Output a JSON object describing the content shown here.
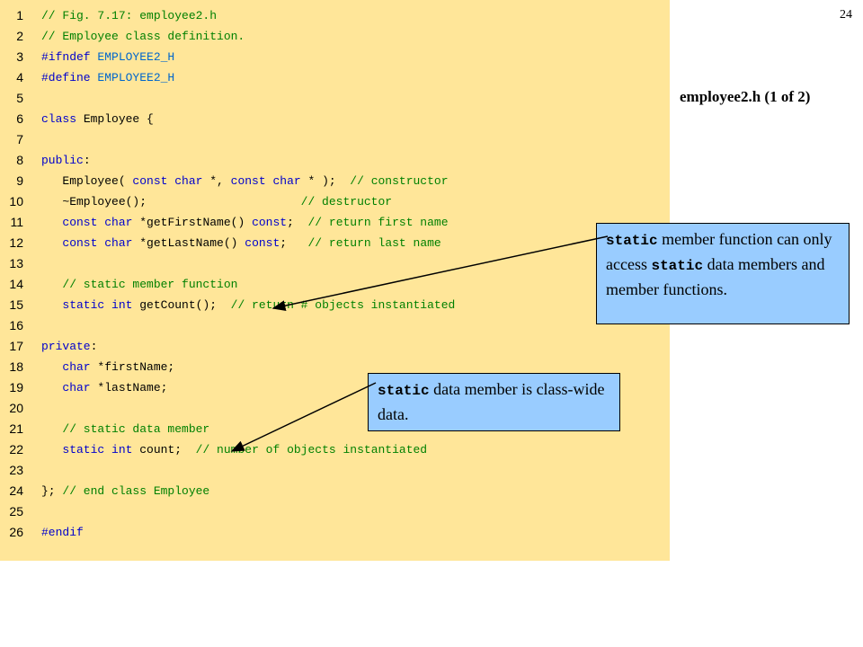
{
  "page_number": "24",
  "caption": "employee2.h  (1 of 2)",
  "code_lines": [
    {
      "num": "1",
      "tokens": [
        {
          "t": "cm",
          "s": "// Fig. 7.17: employee2.h"
        }
      ]
    },
    {
      "num": "2",
      "tokens": [
        {
          "t": "cm",
          "s": "// Employee class definition."
        }
      ]
    },
    {
      "num": "3",
      "tokens": [
        {
          "t": "kw",
          "s": "#ifndef "
        },
        {
          "t": "mac",
          "s": "EMPLOYEE2_H"
        }
      ]
    },
    {
      "num": "4",
      "tokens": [
        {
          "t": "kw",
          "s": "#define "
        },
        {
          "t": "mac",
          "s": "EMPLOYEE2_H"
        }
      ]
    },
    {
      "num": "5",
      "tokens": []
    },
    {
      "num": "6",
      "tokens": [
        {
          "t": "kw",
          "s": "class "
        },
        {
          "t": "plain",
          "s": "Employee {"
        }
      ]
    },
    {
      "num": "7",
      "tokens": []
    },
    {
      "num": "8",
      "tokens": [
        {
          "t": "kw",
          "s": "public"
        },
        {
          "t": "plain",
          "s": ":"
        }
      ]
    },
    {
      "num": "9",
      "tokens": [
        {
          "t": "plain",
          "s": "   Employee( "
        },
        {
          "t": "kw",
          "s": "const char "
        },
        {
          "t": "plain",
          "s": "*, "
        },
        {
          "t": "kw",
          "s": "const char "
        },
        {
          "t": "plain",
          "s": "* );  "
        },
        {
          "t": "cm",
          "s": "// constructor"
        }
      ]
    },
    {
      "num": "10",
      "tokens": [
        {
          "t": "plain",
          "s": "   ~Employee();                      "
        },
        {
          "t": "cm",
          "s": "// destructor"
        }
      ]
    },
    {
      "num": "11",
      "tokens": [
        {
          "t": "plain",
          "s": "   "
        },
        {
          "t": "kw",
          "s": "const char "
        },
        {
          "t": "plain",
          "s": "*getFirstName() "
        },
        {
          "t": "kw",
          "s": "const"
        },
        {
          "t": "plain",
          "s": ";  "
        },
        {
          "t": "cm",
          "s": "// return first name"
        }
      ]
    },
    {
      "num": "12",
      "tokens": [
        {
          "t": "plain",
          "s": "   "
        },
        {
          "t": "kw",
          "s": "const char "
        },
        {
          "t": "plain",
          "s": "*getLastName() "
        },
        {
          "t": "kw",
          "s": "const"
        },
        {
          "t": "plain",
          "s": ";   "
        },
        {
          "t": "cm",
          "s": "// return last name"
        }
      ]
    },
    {
      "num": "13",
      "tokens": []
    },
    {
      "num": "14",
      "tokens": [
        {
          "t": "plain",
          "s": "   "
        },
        {
          "t": "cm",
          "s": "// static member function"
        }
      ]
    },
    {
      "num": "15",
      "tokens": [
        {
          "t": "plain",
          "s": "   "
        },
        {
          "t": "kw",
          "s": "static int "
        },
        {
          "t": "plain",
          "s": "getCount();  "
        },
        {
          "t": "cm",
          "s": "// return # objects instantiated"
        }
      ]
    },
    {
      "num": "16",
      "tokens": []
    },
    {
      "num": "17",
      "tokens": [
        {
          "t": "kw",
          "s": "private"
        },
        {
          "t": "plain",
          "s": ":"
        }
      ]
    },
    {
      "num": "18",
      "tokens": [
        {
          "t": "plain",
          "s": "   "
        },
        {
          "t": "kw",
          "s": "char "
        },
        {
          "t": "plain",
          "s": "*firstName;"
        }
      ]
    },
    {
      "num": "19",
      "tokens": [
        {
          "t": "plain",
          "s": "   "
        },
        {
          "t": "kw",
          "s": "char "
        },
        {
          "t": "plain",
          "s": "*lastName;"
        }
      ]
    },
    {
      "num": "20",
      "tokens": []
    },
    {
      "num": "21",
      "tokens": [
        {
          "t": "plain",
          "s": "   "
        },
        {
          "t": "cm",
          "s": "// static data member"
        }
      ]
    },
    {
      "num": "22",
      "tokens": [
        {
          "t": "plain",
          "s": "   "
        },
        {
          "t": "kw",
          "s": "static int "
        },
        {
          "t": "plain",
          "s": "count;  "
        },
        {
          "t": "cm",
          "s": "// number of objects instantiated"
        }
      ]
    },
    {
      "num": "23",
      "tokens": []
    },
    {
      "num": "24",
      "tokens": [
        {
          "t": "plain",
          "s": "}; "
        },
        {
          "t": "cm",
          "s": "// end class Employee"
        }
      ]
    },
    {
      "num": "25",
      "tokens": []
    },
    {
      "num": "26",
      "tokens": [
        {
          "t": "kw",
          "s": "#endif"
        }
      ]
    }
  ],
  "callouts": [
    {
      "parts": [
        {
          "mono": true,
          "s": "static"
        },
        {
          "mono": false,
          "s": " member function can only access "
        },
        {
          "mono": true,
          "s": "static"
        },
        {
          "mono": false,
          "s": " data members and member functions."
        }
      ]
    },
    {
      "parts": [
        {
          "mono": true,
          "s": "static"
        },
        {
          "mono": false,
          "s": " data member is class-wide data."
        }
      ]
    }
  ],
  "colors": {
    "code_background": "#ffe699",
    "callout_background": "#99ccff",
    "keyword": "#0000cc",
    "comment": "#008000",
    "macro": "#0066cc"
  }
}
